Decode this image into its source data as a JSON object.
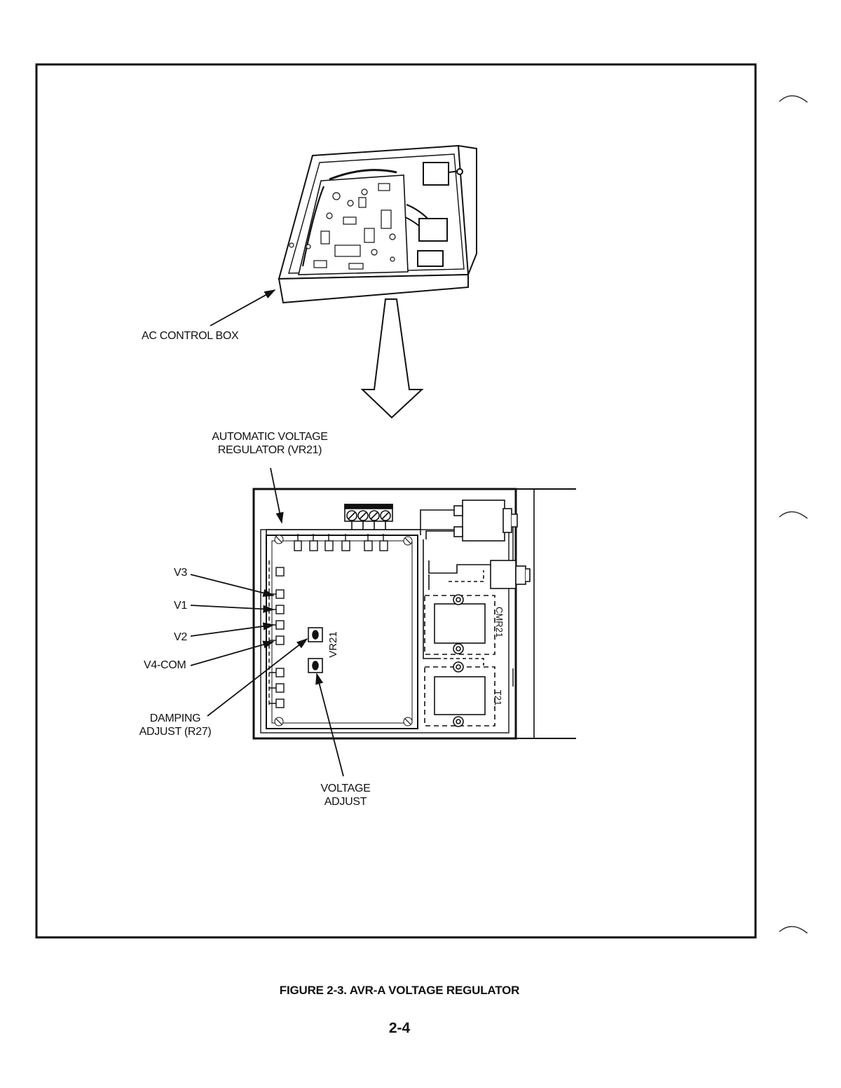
{
  "labels": {
    "ac_control_box": "AC CONTROL BOX",
    "avr_line1": "AUTOMATIC VOLTAGE",
    "avr_line2": "REGULATOR (VR21)",
    "v3": "V3",
    "v1": "V1",
    "v2": "V2",
    "v4_com": "V4-COM",
    "damping_line1": "DAMPING",
    "damping_line2": "ADJUST (R27)",
    "voltage_line1": "VOLTAGE",
    "voltage_line2": "ADJUST",
    "board_vr21": "VR21",
    "board_cmr21": "CMR21",
    "board_t21": "T21"
  },
  "caption": "FIGURE 2-3. AVR-A  VOLTAGE REGULATOR",
  "page_number": "2-4"
}
